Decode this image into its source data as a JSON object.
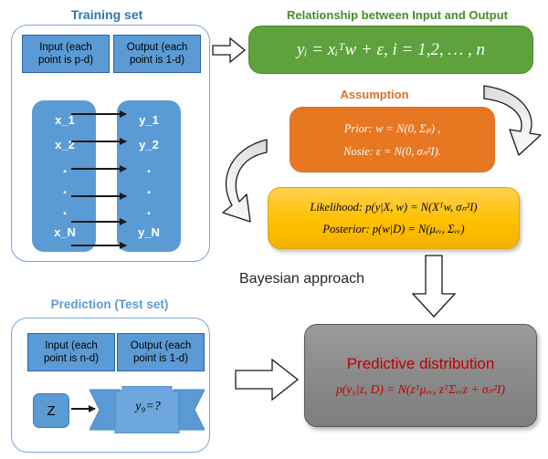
{
  "captions": {
    "training": "Training set",
    "prediction": "Prediction (Test set)",
    "relationship": "Relationship between Input and Output",
    "assumption": "Assumption",
    "bayesian": "Bayesian approach"
  },
  "colors": {
    "training_caption": "#2E74B5",
    "prediction_caption": "#5B9BD5",
    "relationship_caption": "#4A8B2C",
    "assumption_caption": "#D9722B",
    "chip_blue": "#5B9BD5",
    "green_box": "#5FA13C",
    "orange_box": "#E87722",
    "yellow_box": "#FFC000",
    "gray_box": "#8C8C8C",
    "predictive_text": "#C00000"
  },
  "training_set": {
    "input_chip": {
      "line1": "Input (each",
      "line2": "point is p-d)"
    },
    "output_chip": {
      "line1": "Output (each",
      "line2": "point is 1-d)"
    },
    "inputs": [
      "x_1",
      "x_2",
      ".",
      ".",
      ".",
      "x_N"
    ],
    "outputs": [
      "y_1",
      "y_2",
      ".",
      ".",
      ".",
      "y_N"
    ]
  },
  "prediction_set": {
    "input_chip": {
      "line1": "Input (each",
      "line2": "point is n-d)"
    },
    "output_chip": {
      "line1": "Output (each",
      "line2": "point is 1-d)"
    },
    "z_label": "Z",
    "ribbon_label": "y₉=?"
  },
  "relationship_box": {
    "formula": "yᵢ = xᵢᵀw + ε, i = 1,2, … , n"
  },
  "assumption_box": {
    "prior": "Prior:  w = N(0, Σₚ) ,",
    "noise": "Nosie: ε = N(0, σₙ²I)."
  },
  "inference_box": {
    "likelihood": "Likelihood: p(y|X, w) = N(Xᵀw, σₙ²I)",
    "posterior": "Posterior: p(w|D) = N(μᵥᵥ, Σᵥᵥ)"
  },
  "predictive_box": {
    "title": "Predictive distribution",
    "formula": "p(y₉|z, D) = N(zᵀμᵥᵥ, zᵀΣᵥᵥz + σₙ²I)"
  },
  "arrows": {
    "training_to_relationship": "right-block-arrow",
    "relationship_to_assumption": "curved-arrow-clockwise",
    "assumption_to_inference": "curved-arrow-counterclockwise",
    "inference_to_predictive": "down-block-arrow",
    "prediction_to_predictive": "right-block-arrow"
  }
}
